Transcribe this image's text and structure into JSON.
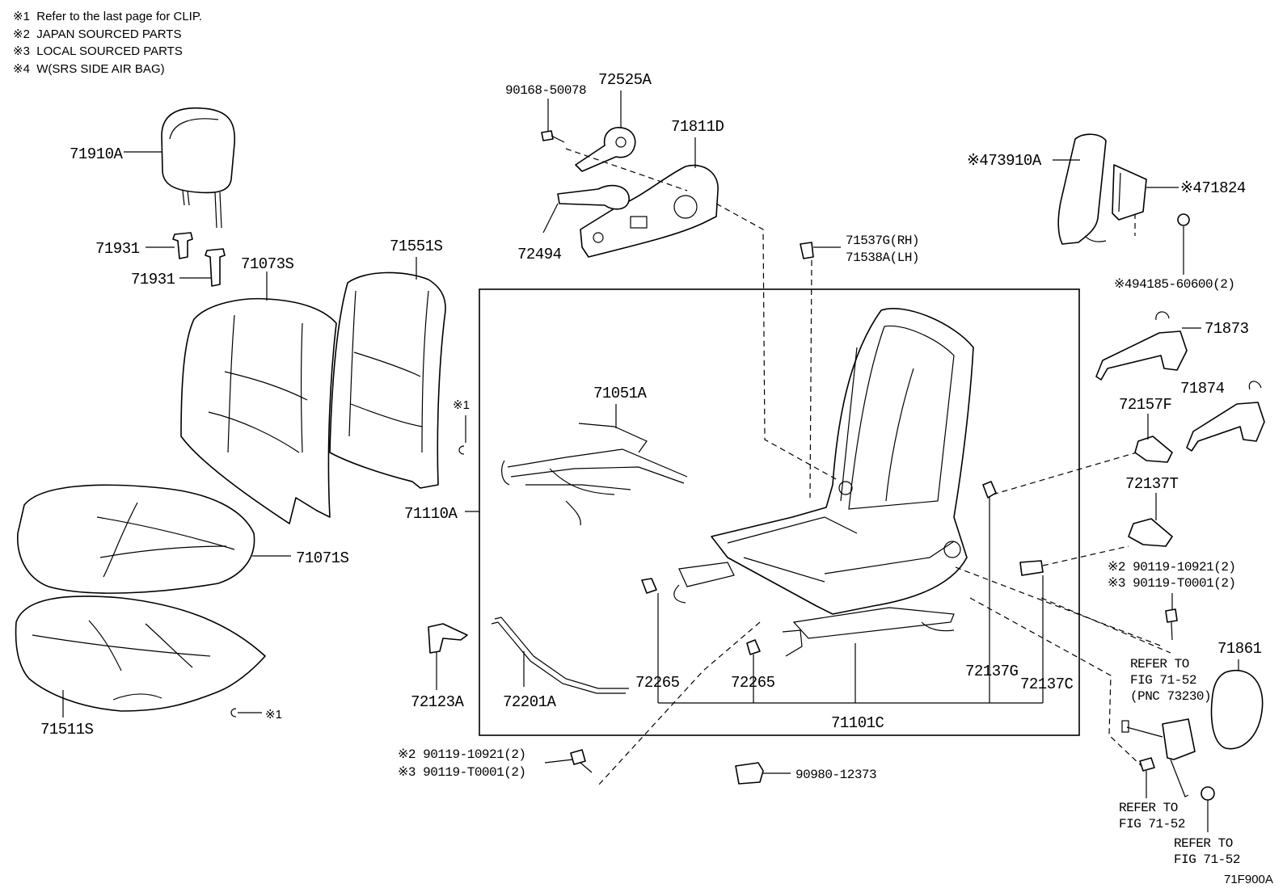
{
  "notes": [
    "※1  Refer to the last page for CLIP.",
    "※2  JAPAN SOURCED PARTS",
    "※3  LOCAL SOURCED PARTS",
    "※4  W(SRS SIDE AIR BAG)"
  ],
  "parts": {
    "headrest": "71910A",
    "guide_a": "71931",
    "guide_b": "71931",
    "back_cover": "71073S",
    "back_pad": "71551S",
    "clip_back": "※1",
    "cushion_cover": "71071S",
    "cushion_pad": "71511S",
    "clip_cushion": "※1",
    "frame_assy": "71110A",
    "screw_top": "90168-50078",
    "recliner_cover": "72525A",
    "shield": "71811D",
    "lever": "72494",
    "clip_rh": "71537G(RH)",
    "clip_lh": "71538A(LH)",
    "spring": "71051A",
    "bracket": "72123A",
    "wire": "72201A",
    "clamp_a": "72265",
    "clamp_b": "72265",
    "cover_g": "72137G",
    "cover_c": "72137C",
    "adjuster": "71101C",
    "airbag": "※473910A",
    "airbag_bracket": "※471824",
    "nut_airbag": "※494185-60600(2)",
    "hook_a": "71873",
    "hook_b": "71874",
    "cover_f": "72157F",
    "cover_t": "72137T",
    "bolt_r1": "※2 90119-10921(2)",
    "bolt_r2": "※3 90119-T0001(2)",
    "bolt_l1": "※2 90119-10921(2)",
    "bolt_l2": "※3 90119-T0001(2)",
    "connector": "90980-12373",
    "shell": "71861",
    "ref_a_1": "REFER TO",
    "ref_a_2": "FIG 71-52",
    "ref_a_3": "(PNC 73230)",
    "ref_b_1": "REFER TO",
    "ref_b_2": "FIG 71-52",
    "ref_c_1": "REFER TO",
    "ref_c_2": "FIG 71-52"
  },
  "figure_code": "71F900A"
}
